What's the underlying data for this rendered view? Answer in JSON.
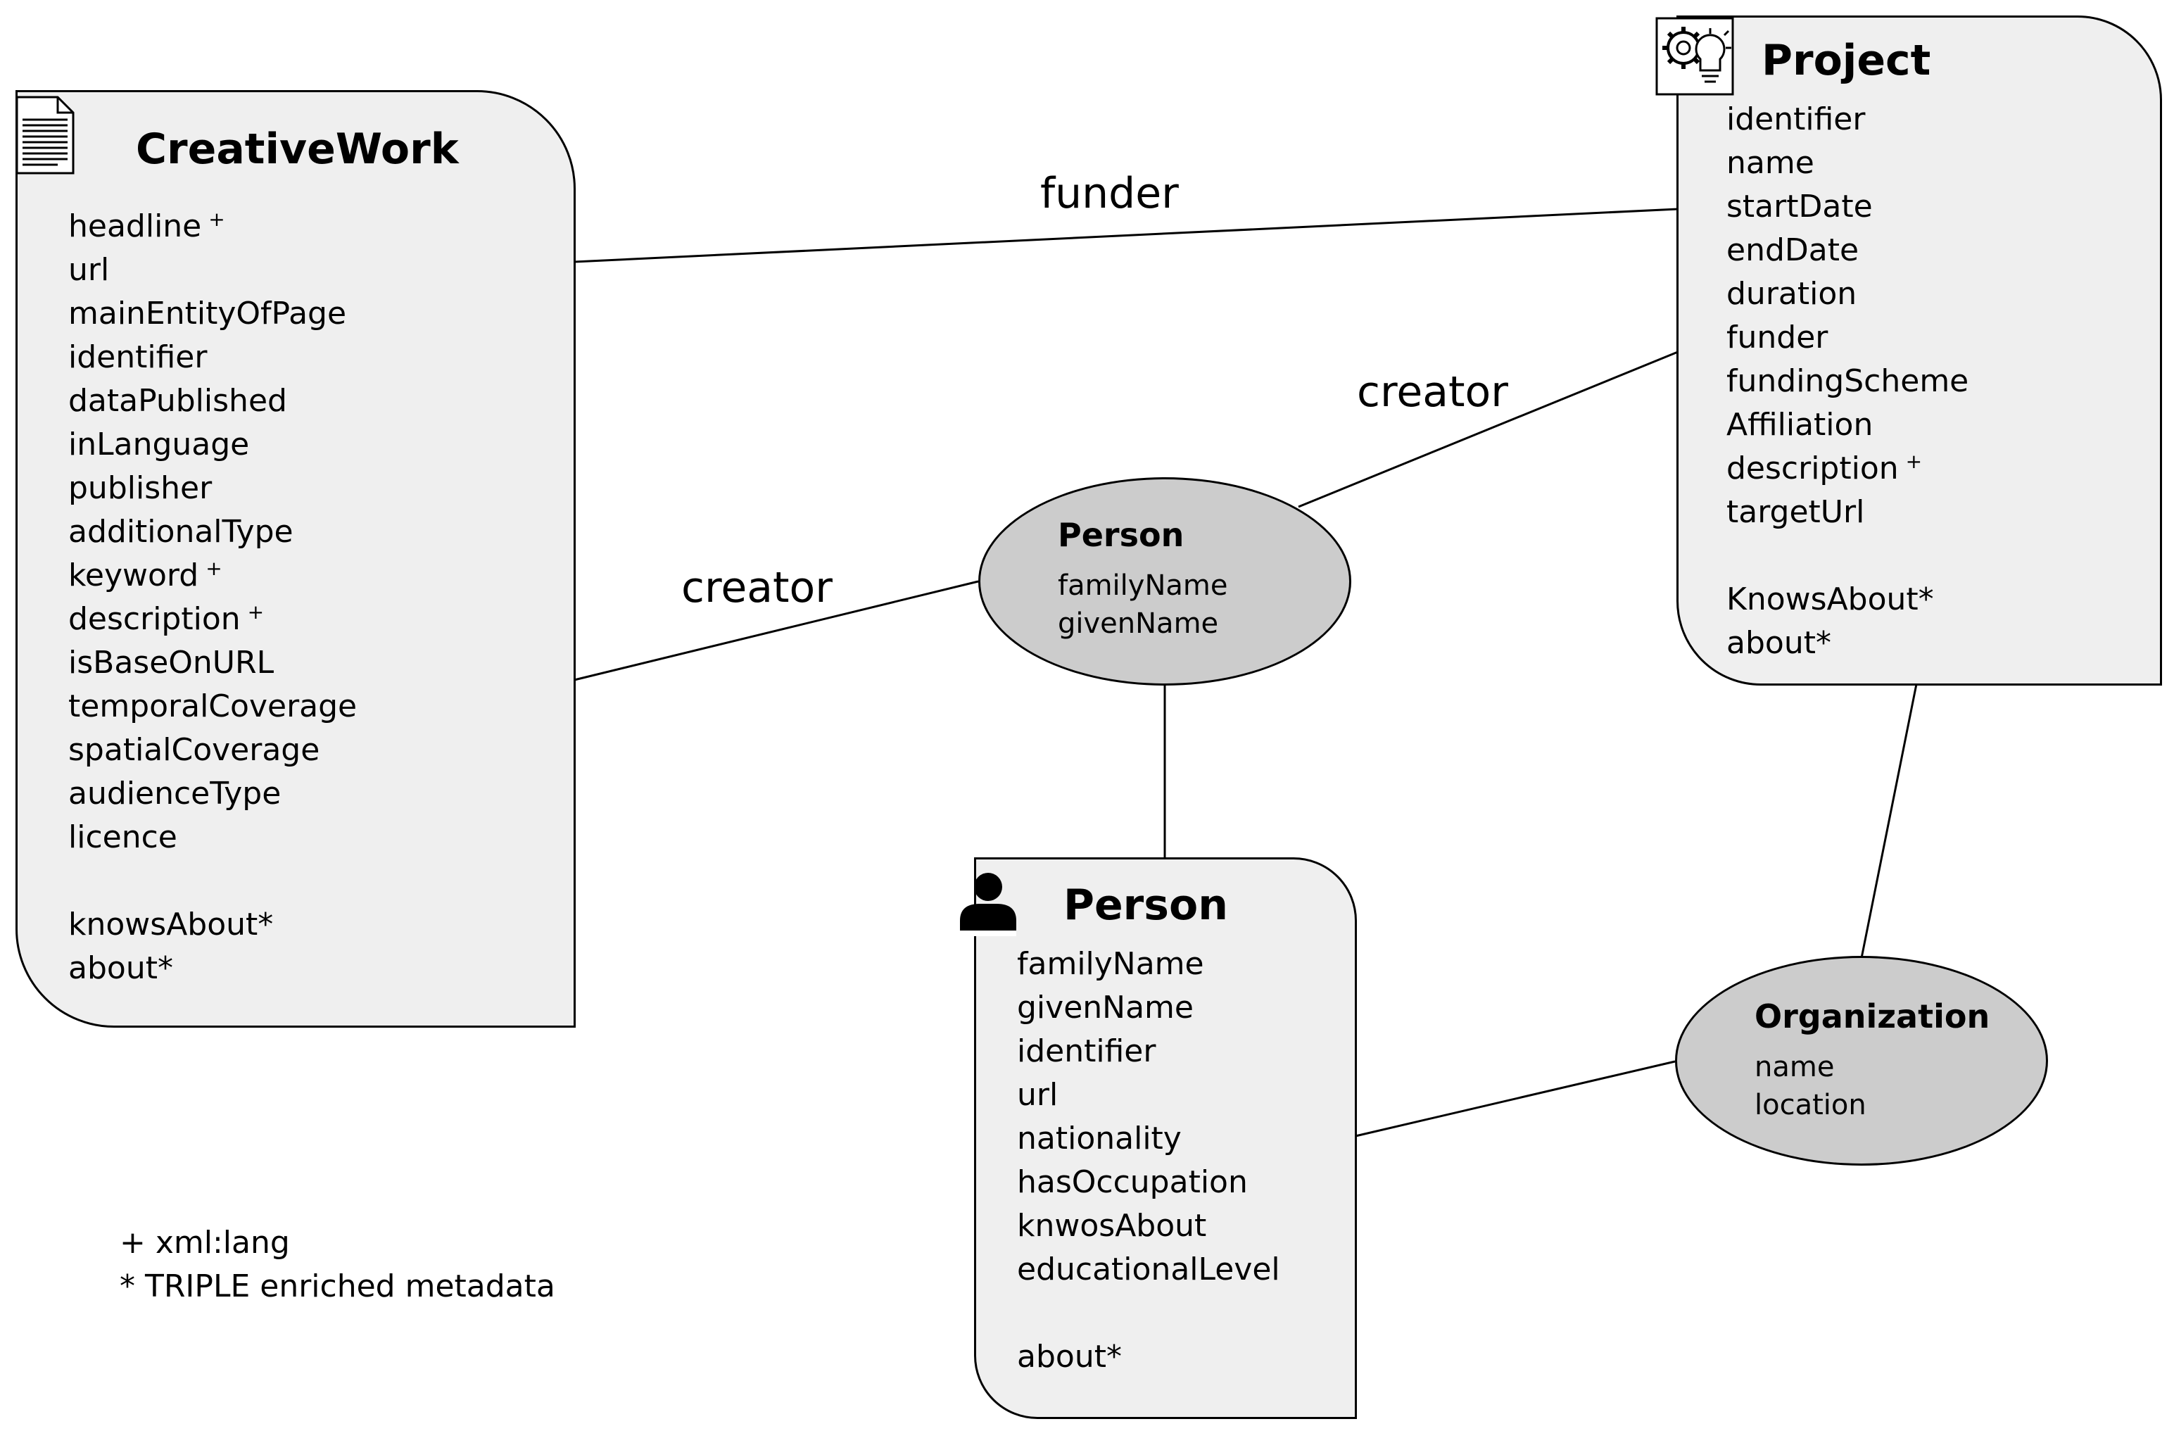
{
  "entities": {
    "creative_work": {
      "title": "CreativeWork",
      "icon": "document-icon",
      "attributes": [
        {
          "text": "headline",
          "mark": "+"
        },
        {
          "text": "url",
          "mark": ""
        },
        {
          "text": "mainEntityOfPage",
          "mark": ""
        },
        {
          "text": "identifier",
          "mark": ""
        },
        {
          "text": "dataPublished",
          "mark": ""
        },
        {
          "text": "inLanguage",
          "mark": ""
        },
        {
          "text": "publisher",
          "mark": ""
        },
        {
          "text": "additionalType",
          "mark": ""
        },
        {
          "text": "keyword",
          "mark": "+"
        },
        {
          "text": "description",
          "mark": "+"
        },
        {
          "text": "isBaseOnURL",
          "mark": ""
        },
        {
          "text": "temporalCoverage",
          "mark": ""
        },
        {
          "text": "spatialCoverage",
          "mark": ""
        },
        {
          "text": "audienceType",
          "mark": ""
        },
        {
          "text": "licence",
          "mark": ""
        },
        {
          "text": "",
          "mark": ""
        },
        {
          "text": "knowsAbout*",
          "mark": ""
        },
        {
          "text": "about*",
          "mark": ""
        }
      ]
    },
    "project": {
      "title": "Project",
      "icon": "gear-lightbulb-icon",
      "attributes": [
        {
          "text": "identifier",
          "mark": ""
        },
        {
          "text": "name",
          "mark": ""
        },
        {
          "text": "startDate",
          "mark": ""
        },
        {
          "text": "endDate",
          "mark": ""
        },
        {
          "text": "duration",
          "mark": ""
        },
        {
          "text": "funder",
          "mark": ""
        },
        {
          "text": "fundingScheme",
          "mark": ""
        },
        {
          "text": "Affiliation",
          "mark": ""
        },
        {
          "text": "description",
          "mark": "+"
        },
        {
          "text": "targetUrl",
          "mark": ""
        },
        {
          "text": "",
          "mark": ""
        },
        {
          "text": "KnowsAbout*",
          "mark": ""
        },
        {
          "text": "about*",
          "mark": ""
        }
      ]
    },
    "person_box": {
      "title": "Person",
      "icon": "person-icon",
      "attributes": [
        {
          "text": "familyName",
          "mark": ""
        },
        {
          "text": "givenName",
          "mark": ""
        },
        {
          "text": "identifier",
          "mark": ""
        },
        {
          "text": "url",
          "mark": ""
        },
        {
          "text": "nationality",
          "mark": ""
        },
        {
          "text": "hasOccupation",
          "mark": ""
        },
        {
          "text": "knwosAbout",
          "mark": ""
        },
        {
          "text": "educationalLevel",
          "mark": ""
        },
        {
          "text": "",
          "mark": ""
        },
        {
          "text": "about*",
          "mark": ""
        }
      ]
    },
    "person_ellipse": {
      "title": "Person",
      "attributes": [
        "familyName",
        "givenName"
      ]
    },
    "organization": {
      "title": "Organization",
      "attributes": [
        "name",
        "location"
      ]
    }
  },
  "relations": {
    "funder": "funder",
    "creator_work": "creator",
    "creator_project": "creator"
  },
  "legend": [
    "+ xml:lang",
    "* TRIPLE enriched metadata"
  ],
  "colors": {
    "box_fill": "#efefef",
    "ellipse_fill": "#cccccc",
    "stroke": "#000000"
  }
}
